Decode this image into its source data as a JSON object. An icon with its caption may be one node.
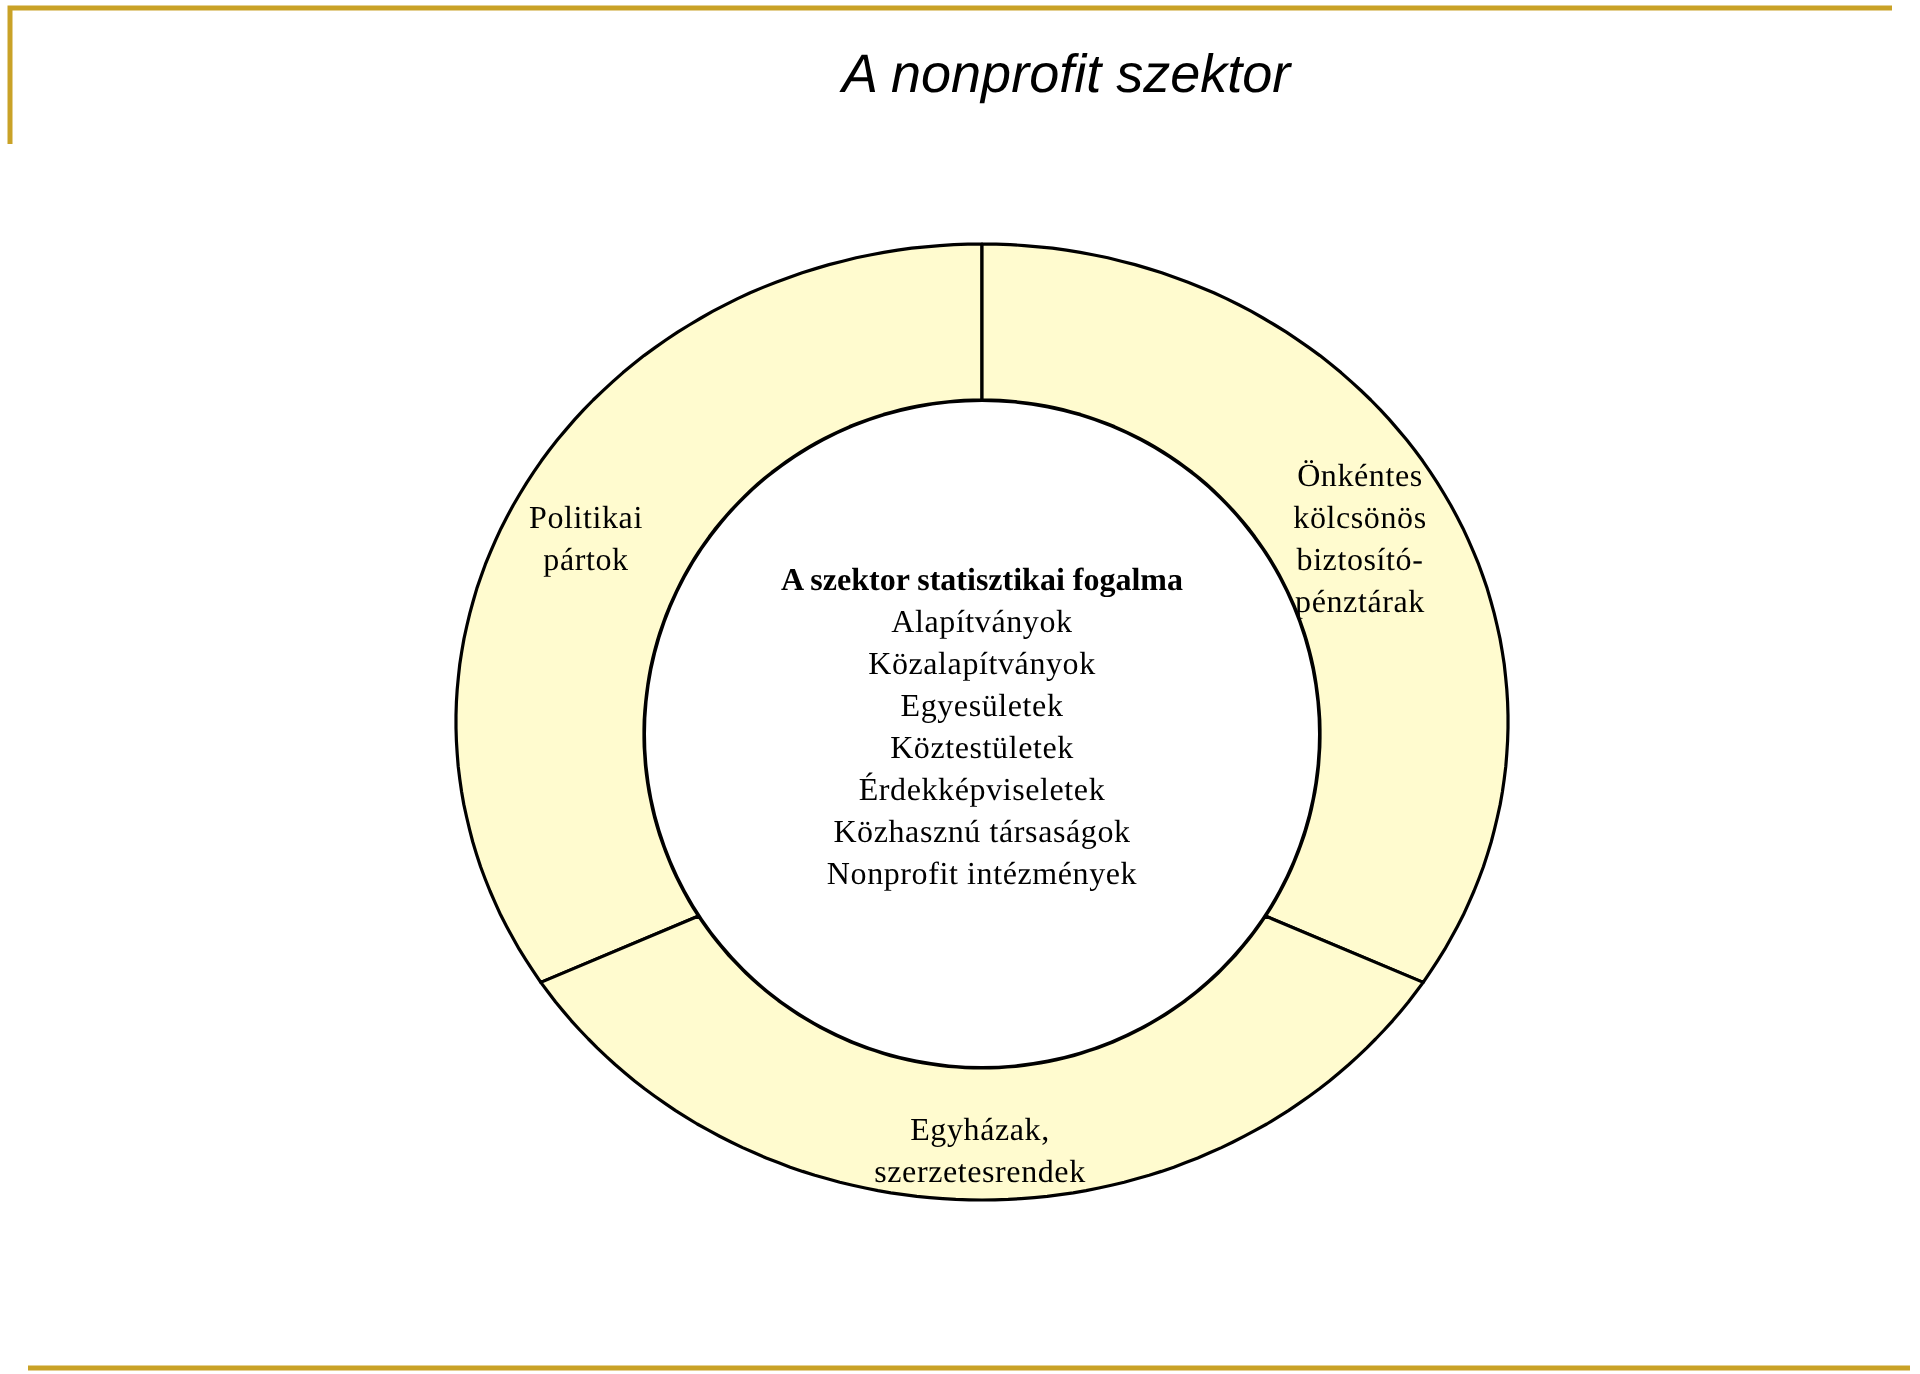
{
  "diagram": {
    "title": "A nonprofit szektor",
    "nodes": [
      {
        "text": [
          "Politikai pártok"
        ]
      },
      {
        "text": [
          "Önkéntes kölcsönös biztosító-pénztárak"
        ]
      },
      {
        "text": [
          "A szektor statisztikai fogalma",
          "Alapítványok",
          "Közalapítványok",
          "Egyesületek",
          "Köztestületek",
          "Érdekképviseletek",
          "Közhasznú társaságok",
          "Nonprofit intézmények"
        ]
      },
      {
        "text": [
          "Egyházak, szerzetesrendek"
        ]
      }
    ],
    "edges": []
  }
}
